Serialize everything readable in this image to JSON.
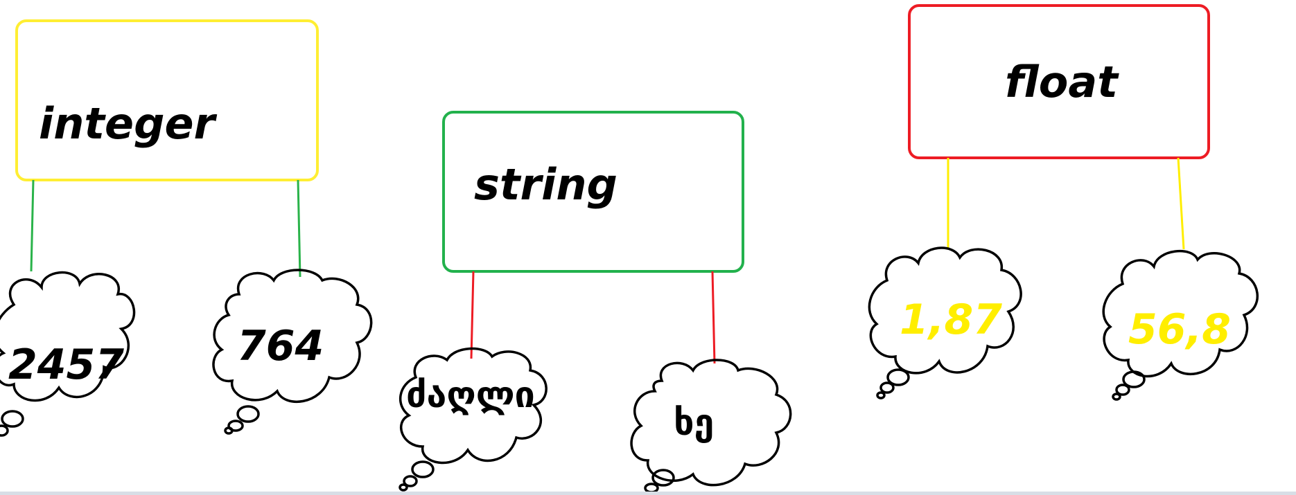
{
  "colors": {
    "integer_box": "#ffee33",
    "integer_lines": "#2ab34a",
    "string_box": "#22b14c",
    "string_lines": "#ed1c24",
    "float_box": "#ed1c24",
    "float_lines": "#ffee00",
    "float_values": "#ffee00",
    "text": "#000000"
  },
  "types": [
    {
      "name": "integer",
      "values": [
        "2457",
        "764"
      ]
    },
    {
      "name": "string",
      "values": [
        "ძაღლი",
        "ხე"
      ]
    },
    {
      "name": "float",
      "values": [
        "1,87",
        "56,8"
      ]
    }
  ]
}
